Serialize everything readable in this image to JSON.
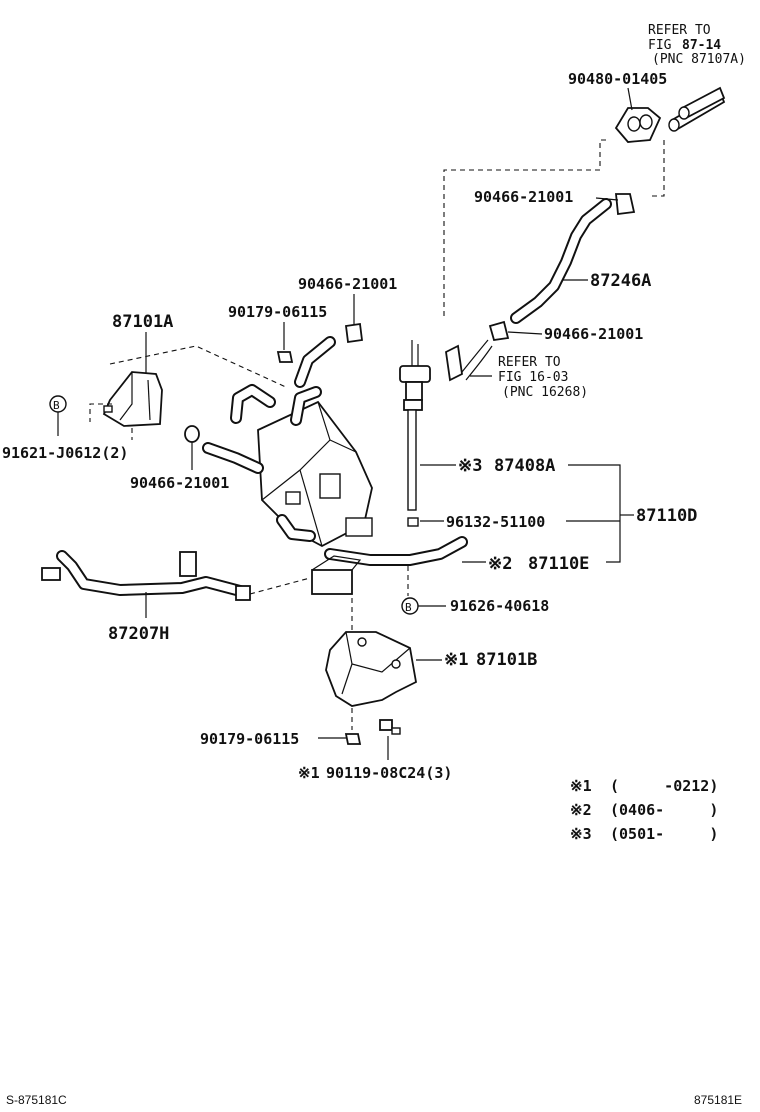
{
  "refer_top": {
    "line1": "REFER TO",
    "line2_prefix": "FIG",
    "line2_fig": "87-14",
    "line3": "(PNC 87107A)"
  },
  "refer_mid": {
    "line1": "REFER TO",
    "line2": "FIG 16-03",
    "line3": "(PNC 16268)"
  },
  "parts": {
    "p90480_01405": "90480-01405",
    "p90466_21001_a": "90466-21001",
    "p87246A": "87246A",
    "p90466_21001_b": "90466-21001",
    "p90466_21001_c": "90466-21001",
    "p90179_06115_a": "90179-06115",
    "p87101A": "87101A",
    "p91621_J0612": "91621-J0612(2)",
    "p90466_21001_d": "90466-21001",
    "p87408A": "87408A",
    "p96132_51100": "96132-51100",
    "p87110D": "87110D",
    "p87110E": "87110E",
    "p91626_40618": "91626-40618",
    "p87207H": "87207H",
    "p87101B": "87101B",
    "p90179_06115_b": "90179-06115",
    "p90119_08C24": "90119-08C24(3)"
  },
  "markers": {
    "m3": "※3",
    "m2": "※2",
    "m1a": "※1",
    "m1b": "※1",
    "bolt_symbol": "B"
  },
  "legend": [
    {
      "mark": "※1",
      "range": "(     -0212)"
    },
    {
      "mark": "※2",
      "range": "(0406-     )"
    },
    {
      "mark": "※3",
      "range": "(0501-     )"
    }
  ],
  "footer": {
    "left": "S-875181C",
    "right": "875181E"
  }
}
